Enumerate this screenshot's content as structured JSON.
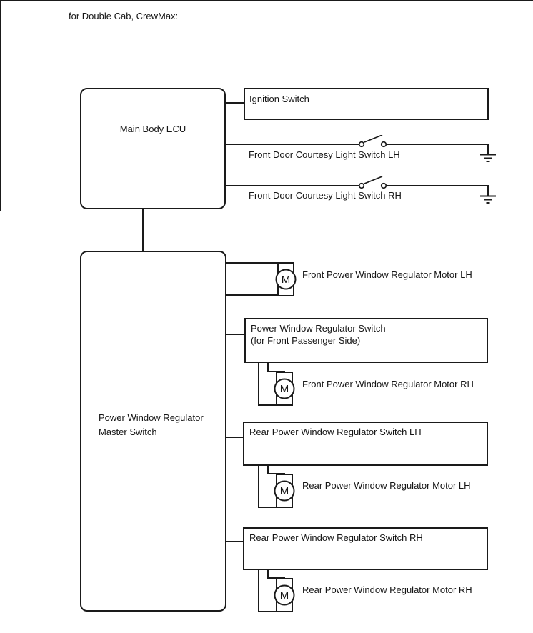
{
  "page": {
    "title": "for Double Cab, CrewMax:"
  },
  "diagram": {
    "ecu": {
      "label": "Main Body ECU"
    },
    "ignition": {
      "label": "Ignition Switch"
    },
    "courtesy_lh": {
      "label": "Front Door Courtesy Light Switch LH"
    },
    "courtesy_rh": {
      "label": "Front Door Courtesy Light Switch RH"
    },
    "master_switch": {
      "line1": "Power Window Regulator",
      "line2": "Master Switch"
    },
    "front_motor_lh": {
      "label": "Front Power Window Regulator Motor LH",
      "symbol": "M"
    },
    "passenger_switch": {
      "line1": "Power Window Regulator Switch",
      "line2": "(for Front Passenger Side)"
    },
    "front_motor_rh": {
      "label": "Front Power Window Regulator Motor RH",
      "symbol": "M"
    },
    "rear_switch_lh": {
      "label": "Rear Power Window Regulator Switch LH"
    },
    "rear_motor_lh": {
      "label": "Rear Power Window Regulator Motor LH",
      "symbol": "M"
    },
    "rear_switch_rh": {
      "label": "Rear Power Window Regulator Switch RH"
    },
    "rear_motor_rh": {
      "label": "Rear Power Window Regulator Motor RH",
      "symbol": "M"
    }
  },
  "colors": {
    "line": "#1a1a1a",
    "background": "#ffffff"
  }
}
